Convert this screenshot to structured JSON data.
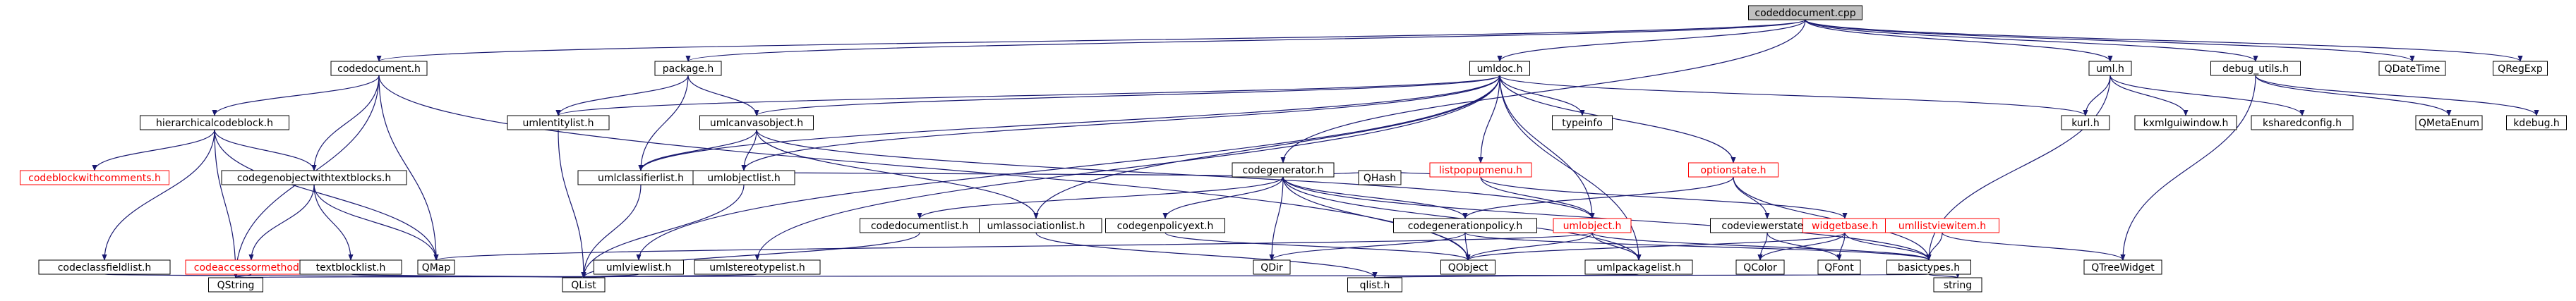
{
  "nodes": {
    "codeddocument_cpp": "codeddocument.cpp",
    "codedocument_h": "codedocument.h",
    "package_h": "package.h",
    "umldoc_h": "umldoc.h",
    "uml_h": "uml.h",
    "debug_utils_h": "debug_utils.h",
    "qdatetime": "QDateTime",
    "qregexp": "QRegExp",
    "hierarchicalcodeblock_h": "hierarchicalcodeblock.h",
    "umlentitylist_h": "umlentitylist.h",
    "umlcanvasobject_h": "umlcanvasobject.h",
    "codegenerator_h": "codegenerator.h",
    "listpopupmenu_h": "listpopupmenu.h",
    "typeinfo": "typeinfo",
    "optionstate_h": "optionstate.h",
    "kurl_h": "kurl.h",
    "kxmlguiwindow_h": "kxmlguiwindow.h",
    "ksharedconfig_h": "ksharedconfig.h",
    "qmetaenum": "QMetaEnum",
    "kdebug_h": "kdebug.h",
    "codeblockwithcomments_h": "codeblockwithcomments.h",
    "codegenobjectwithtextblocks_h": "codegenobjectwithtextblocks.h",
    "umlclassifierlist_h": "umlclassifierlist.h",
    "umlobjectlist_h": "umlobjectlist.h",
    "umlassociationlist_h": "umlassociationlist.h",
    "codedocumentlist_h": "codedocumentlist.h",
    "codegenpolicyext_h": "codegenpolicyext.h",
    "qhash": "QHash",
    "codegenerationpolicy_h": "codegenerationpolicy.h",
    "umlobject_h": "umlobject.h",
    "codeviewerstate_h": "codeviewerstate.h",
    "widgetbase_h": "widgetbase.h",
    "umllistviewitem_h": "umllistviewitem.h",
    "codeaccessormethod_h": "codeaccessormethod.h",
    "textblocklist_h": "textblocklist.h",
    "qmap": "QMap",
    "codeclassfieldlist_h": "codeclassfieldlist.h",
    "umlviewlist_h": "umlviewlist.h",
    "umlstereotypelist_h": "umlstereotypelist.h",
    "qdir": "QDir",
    "qobject": "QObject",
    "umlpackagelist_h": "umlpackagelist.h",
    "qcolor": "QColor",
    "qfont": "QFont",
    "basictypes_h": "basictypes.h",
    "qtreewidget": "QTreeWidget",
    "qstring": "QString",
    "qlist": "QList",
    "qlist_h": "qlist.h",
    "string": "string"
  },
  "colors": {
    "edge": "#191970",
    "root_fill": "#bfbfbf",
    "undocumented": "#ff0000",
    "box_border": "#000000",
    "background": "#ffffff"
  }
}
